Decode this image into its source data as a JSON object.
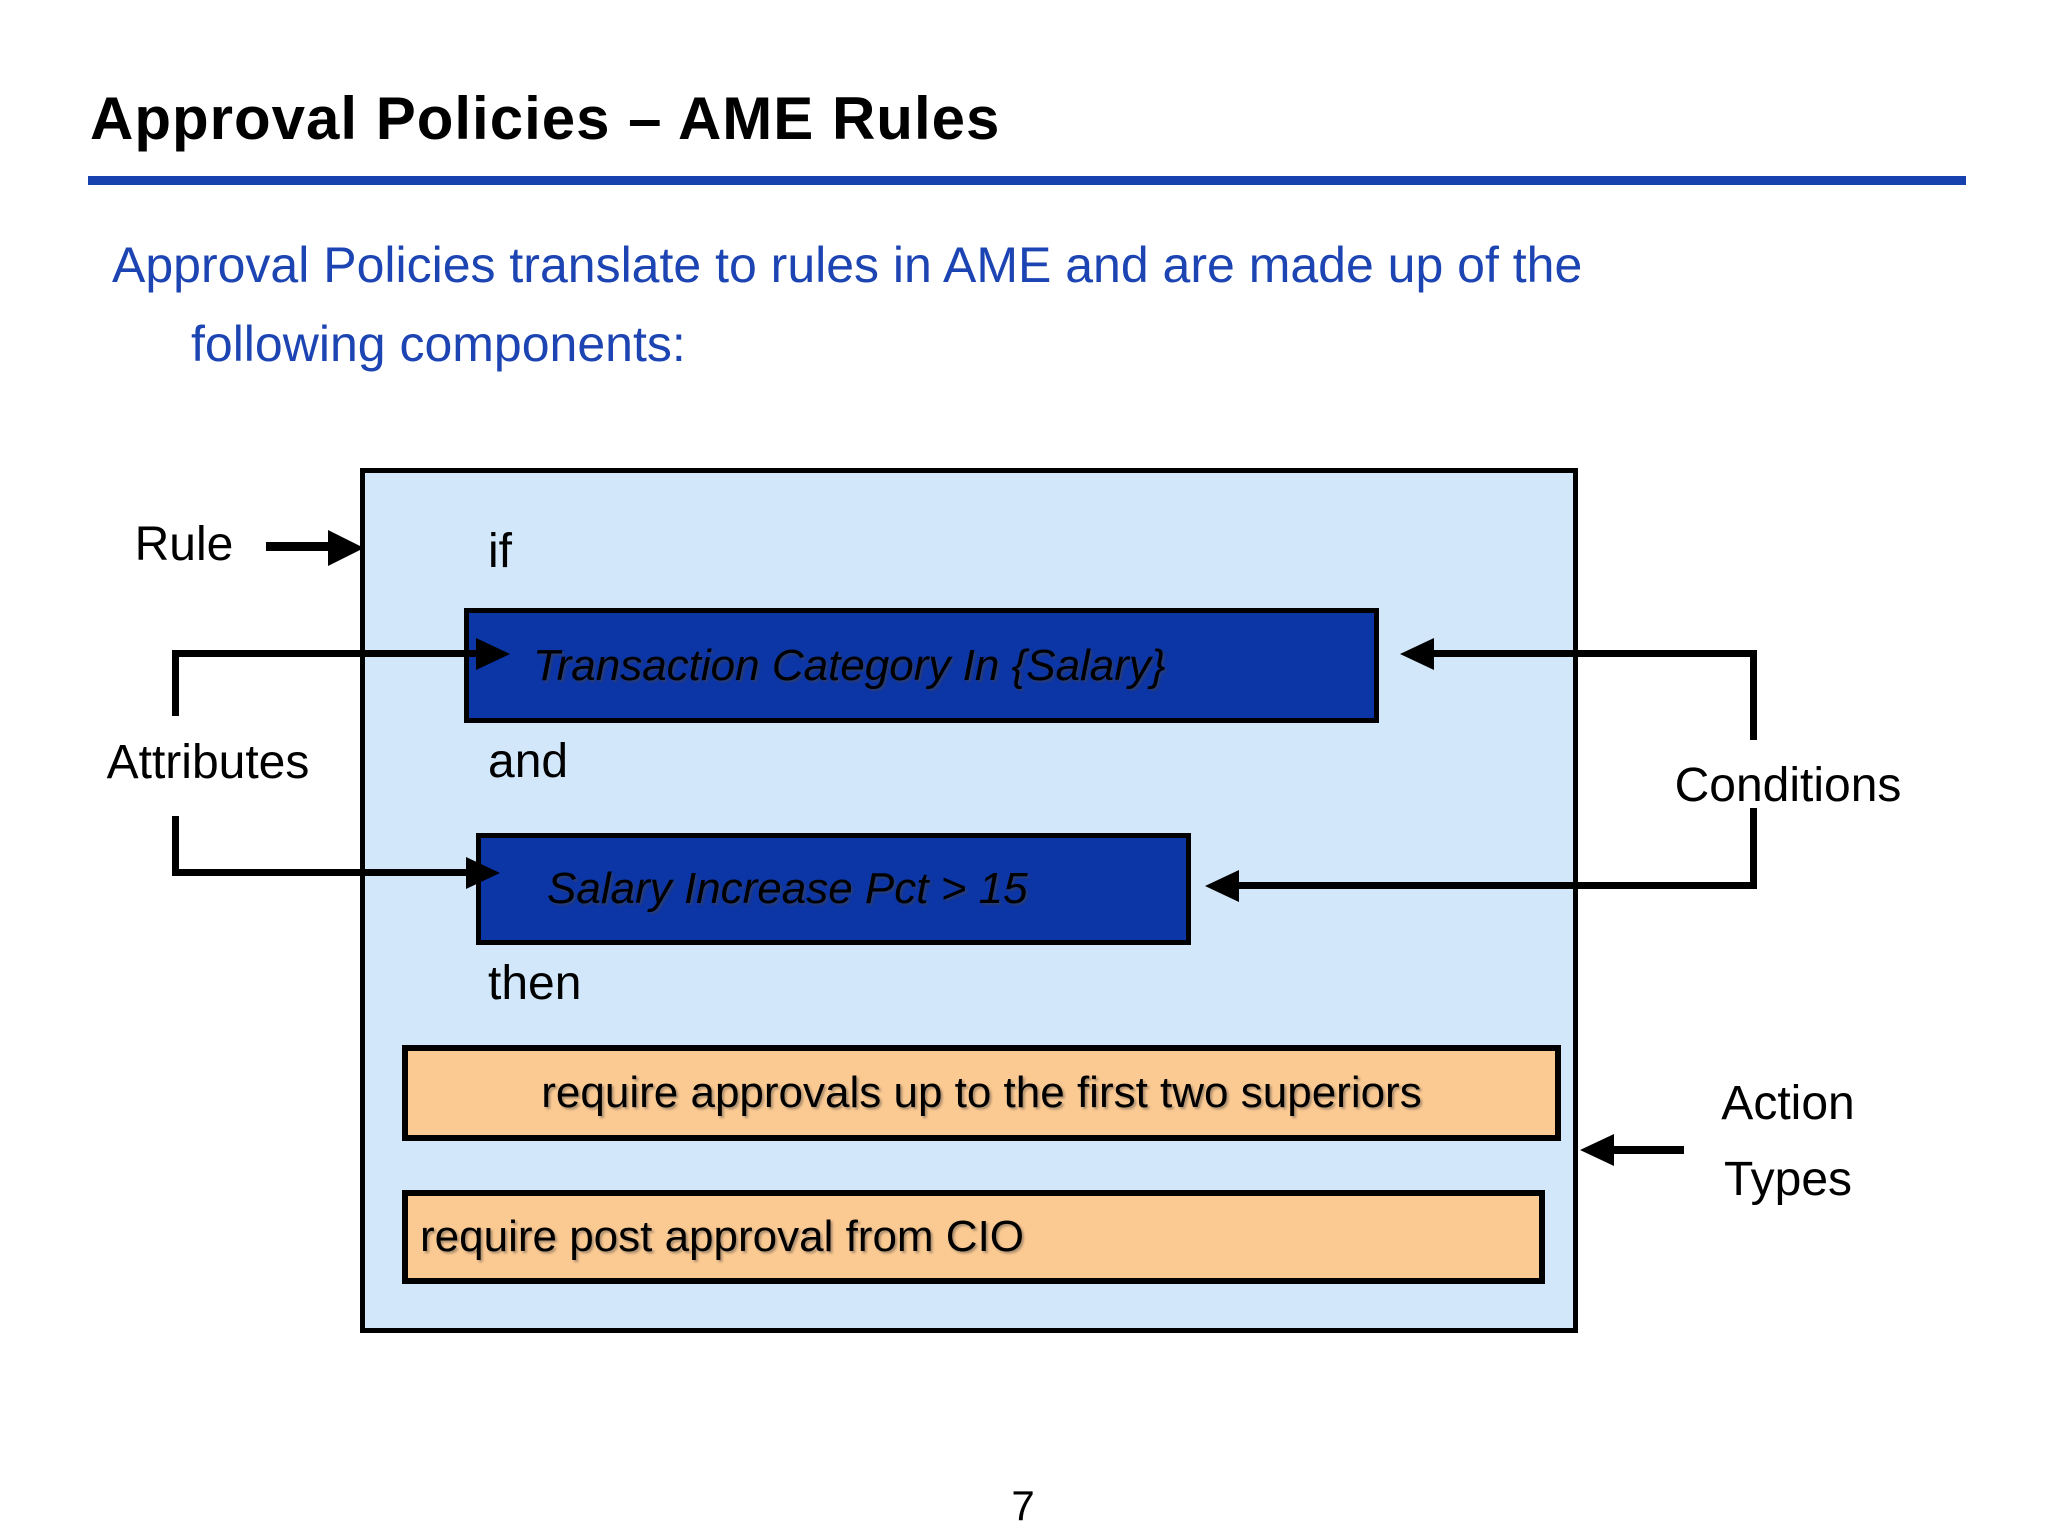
{
  "slide": {
    "title": "Approval Policies – AME Rules",
    "subtitle_line1": "Approval Policies translate to rules in AME and are made up of the",
    "subtitle_line2": "following components:",
    "page_number": "7"
  },
  "diagram": {
    "keywords": {
      "if": "if",
      "and": "and",
      "then": "then"
    },
    "labels": {
      "rule": "Rule",
      "attributes": "Attributes",
      "conditions": "Conditions",
      "action_types_line1": "Action",
      "action_types_line2": "Types"
    },
    "conditions": [
      {
        "text": "Transaction Category In {Salary}"
      },
      {
        "text": "Salary Increase Pct > 15"
      }
    ],
    "actions": [
      {
        "text": "require approvals up to the first two superiors"
      },
      {
        "text": "require post approval from CIO"
      }
    ]
  },
  "colors": {
    "dark_blue": "#0C35A6",
    "light_blue": "#D2E8FA",
    "orange": "#FBC992",
    "underline_blue": "#1641AE",
    "subtitle_blue": "#1C44B2",
    "line_black": "#000000"
  }
}
